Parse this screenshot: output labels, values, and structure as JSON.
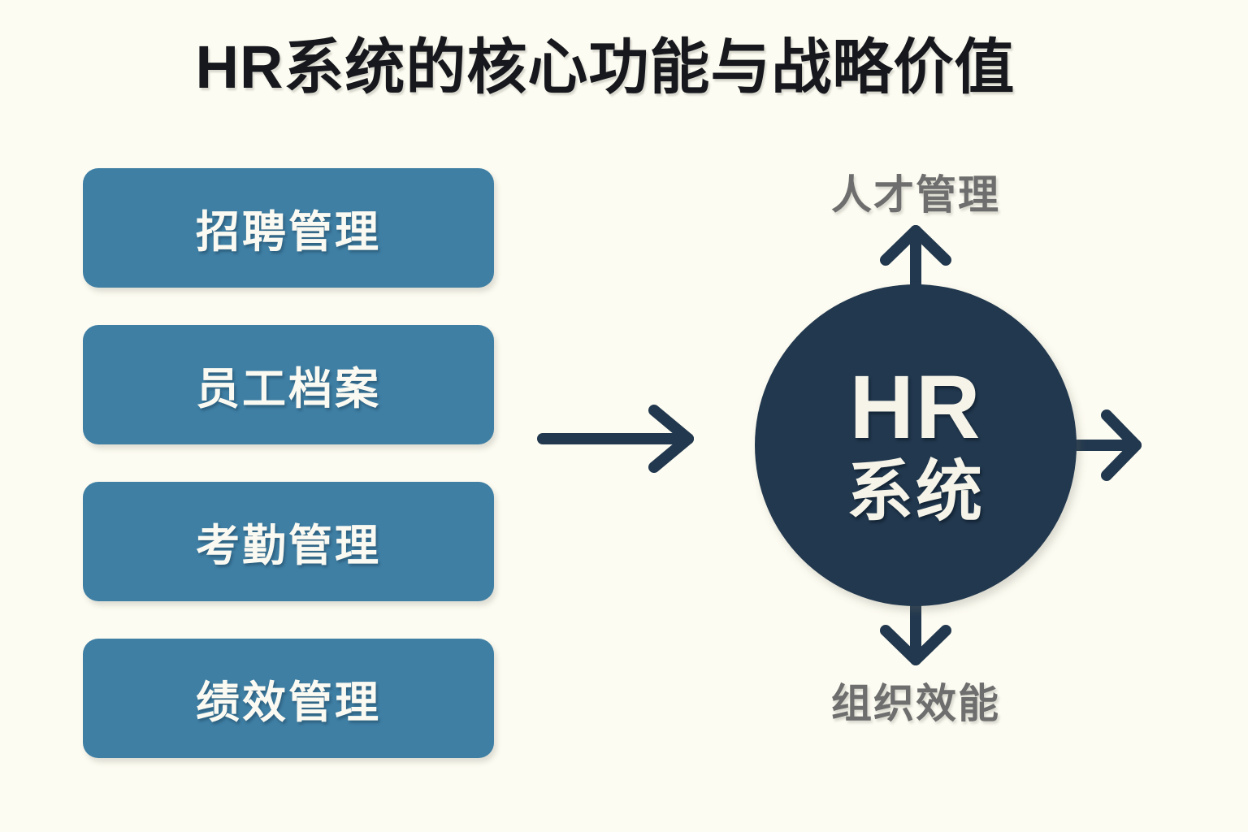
{
  "page": {
    "title": "HR系统的核心功能与战略价值",
    "background_color": "#fdfcf2",
    "title_color": "#16181d"
  },
  "palette": {
    "feature_box": "#3f7fa4",
    "feature_text": "#fbfaf2",
    "hub": "#22384e",
    "hub_text": "#f6f4e9",
    "arrow": "#22384e",
    "outcome_text": "#6e6e6e"
  },
  "features": {
    "items": [
      {
        "label": "招聘管理"
      },
      {
        "label": "员工档案"
      },
      {
        "label": "考勤管理"
      },
      {
        "label": "绩效管理"
      }
    ]
  },
  "connector": {
    "icon": "arrow-right-icon"
  },
  "hub": {
    "title_main": "HR",
    "title_sub": "系统"
  },
  "outcomes": {
    "top": {
      "label": "人才管理",
      "icon": "arrow-up-icon"
    },
    "right": {
      "label": "",
      "icon": "arrow-right-icon"
    },
    "bottom": {
      "label": "组织效能",
      "icon": "arrow-down-icon"
    }
  }
}
